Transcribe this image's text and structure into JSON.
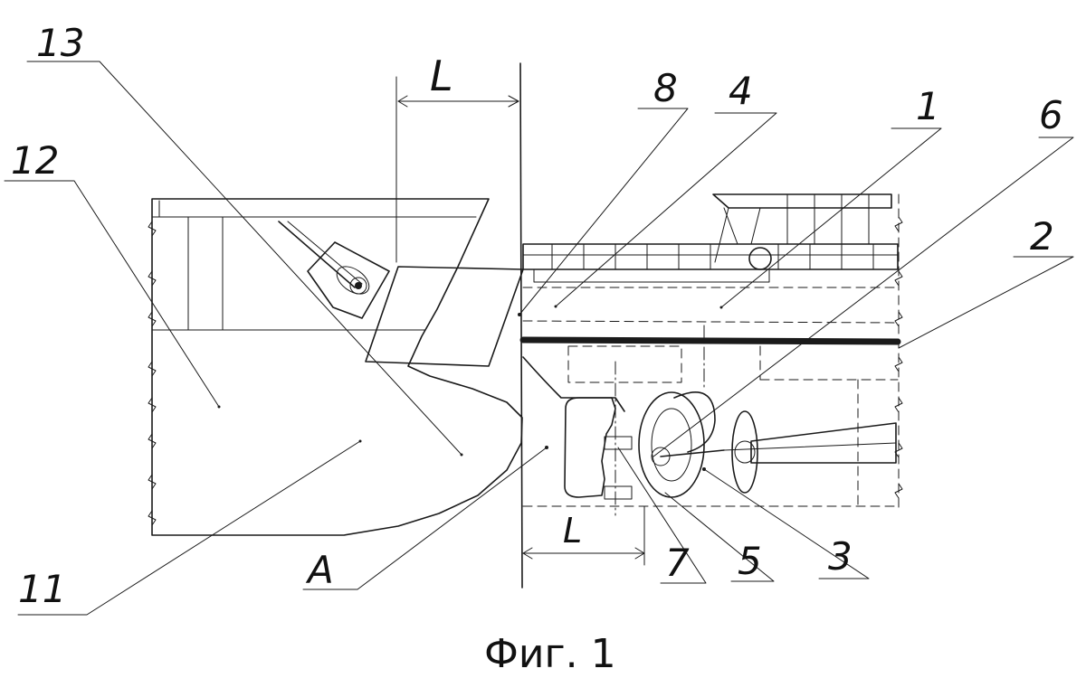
{
  "figure": {
    "caption": "Фиг. 1",
    "callouts": [
      "13",
      "12",
      "11",
      "A",
      "8",
      "4",
      "1",
      "6",
      "2",
      "3",
      "5",
      "7"
    ],
    "dimension_labels": [
      "L",
      "L"
    ]
  }
}
